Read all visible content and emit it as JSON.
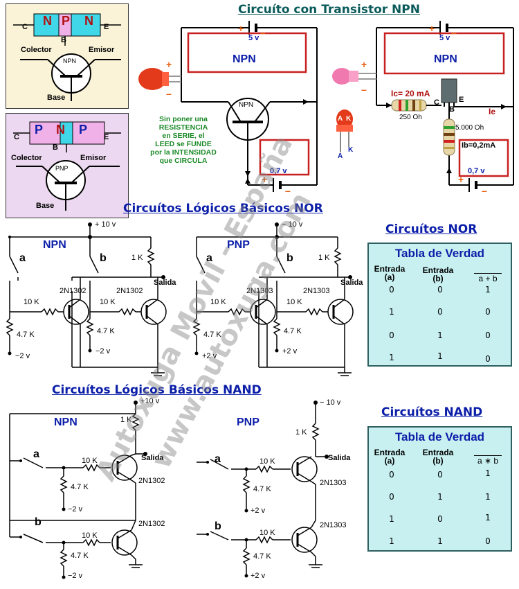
{
  "header": {
    "main_title": "Circuíto con Transistor NPN"
  },
  "npn_box": {
    "letters": [
      "N",
      "P",
      "N"
    ],
    "c": "C",
    "b": "B",
    "e": "E",
    "colector": "Colector",
    "emisor": "Emisor",
    "base": "Base",
    "symbol": "NPN",
    "fill_n": "#f0b0e8",
    "fill_p": "#40d8e8"
  },
  "pnp_box": {
    "letters": [
      "P",
      "N",
      "P"
    ],
    "c": "C",
    "b": "B",
    "e": "E",
    "colector": "Colector",
    "emisor": "Emisor",
    "base": "Base",
    "symbol": "PNP"
  },
  "circuit_left": {
    "battery_top": "5 v",
    "npn_label": "NPN",
    "symbol": "NPN",
    "battery_bottom": "0,7 v",
    "note": [
      "Sin poner una",
      "RESISTENCIA",
      "en SERIE, el",
      "LEED se FUNDE",
      "por la INTENSIDAD",
      "que CIRCULA"
    ]
  },
  "led_mid": {
    "a": "A",
    "k": "K",
    "a2": "A",
    "k2": "K"
  },
  "circuit_right": {
    "battery_top": "5 v",
    "npn_label": "NPN",
    "ic": "Ic= 20 mA",
    "r1": "250 Oh",
    "c": "C",
    "b": "B",
    "e": "E",
    "ie": "Ie",
    "r2": "5.000 Oh",
    "ib": "Ib=0,2mA",
    "battery_bottom": "0,7 v"
  },
  "nor_section": {
    "title": "Circuítos Lógicos Básicos NOR",
    "npn": {
      "label": "NPN",
      "supply": "+ 10 v",
      "r_top": "1 K",
      "switch_a": "a",
      "switch_b": "b",
      "t1": "2N1302",
      "t2": "2N1302",
      "r_base1": "10 K",
      "r_base2": "10 K",
      "r_bias1": "4.7 K",
      "r_bias2": "4.7 K",
      "v1": "−2 v",
      "v2": "−2 v",
      "out": "Salida"
    },
    "pnp": {
      "label": "PNP",
      "supply": "− 10 v",
      "r_top": "1 K",
      "switch_a": "a",
      "switch_b": "b",
      "t1": "2N1303",
      "t2": "2N1303",
      "r_base1": "10 K",
      "r_base2": "10 K",
      "r_bias1": "4.7 K",
      "r_bias2": "4.7 K",
      "v1": "+2 v",
      "v2": "+2 v",
      "out": "Salida"
    }
  },
  "nor_table": {
    "title": "Circuítos NOR",
    "head": "Tabla de Verdad",
    "col_a": [
      "Entrada",
      "(a)"
    ],
    "col_b": [
      "Entrada",
      "(b)"
    ],
    "col_out": "a + b",
    "rows": [
      [
        "0",
        "0",
        "1"
      ],
      [
        "1",
        "0",
        "0"
      ],
      [
        "0",
        "1",
        "0"
      ],
      [
        "1",
        "1",
        "0"
      ]
    ]
  },
  "nand_section": {
    "title": "Circuítos Lógicos Básicos NAND",
    "npn": {
      "label": "NPN",
      "supply": "+10 v",
      "r_top": "1 K",
      "switch_a": "a",
      "switch_b": "b",
      "t1": "2N1302",
      "t2": "2N1302",
      "r_base1": "10 K",
      "r_base2": "10 K",
      "r_bias1": "4.7 K",
      "r_bias2": "4.7 K",
      "v1": "−2 v",
      "v2": "−2 v",
      "out": "Salida"
    },
    "pnp": {
      "label": "PNP",
      "supply": "− 10 v",
      "r_top": "1 K",
      "switch_a": "a",
      "switch_b": "b",
      "t1": "2N1303",
      "t2": "2N1303",
      "r_base1": "10 K",
      "r_base2": "10 K",
      "r_bias1": "4.7 K",
      "r_bias2": "4.7 K",
      "v1": "+2 v",
      "v2": "+2 v",
      "out": "Salida"
    }
  },
  "nand_table": {
    "title": "Circuítos NAND",
    "head": "Tabla de Verdad",
    "col_a": [
      "Entrada",
      "(a)"
    ],
    "col_b": [
      "Entrada",
      "(b)"
    ],
    "col_out": "a ∗ b",
    "rows": [
      [
        "0",
        "0",
        "1"
      ],
      [
        "0",
        "1",
        "1"
      ],
      [
        "1",
        "0",
        "1"
      ],
      [
        "1",
        "1",
        "0"
      ]
    ]
  },
  "watermark": {
    "line1": "Autoxuga Movil - España",
    "line2": "www.autoxuga.com"
  }
}
